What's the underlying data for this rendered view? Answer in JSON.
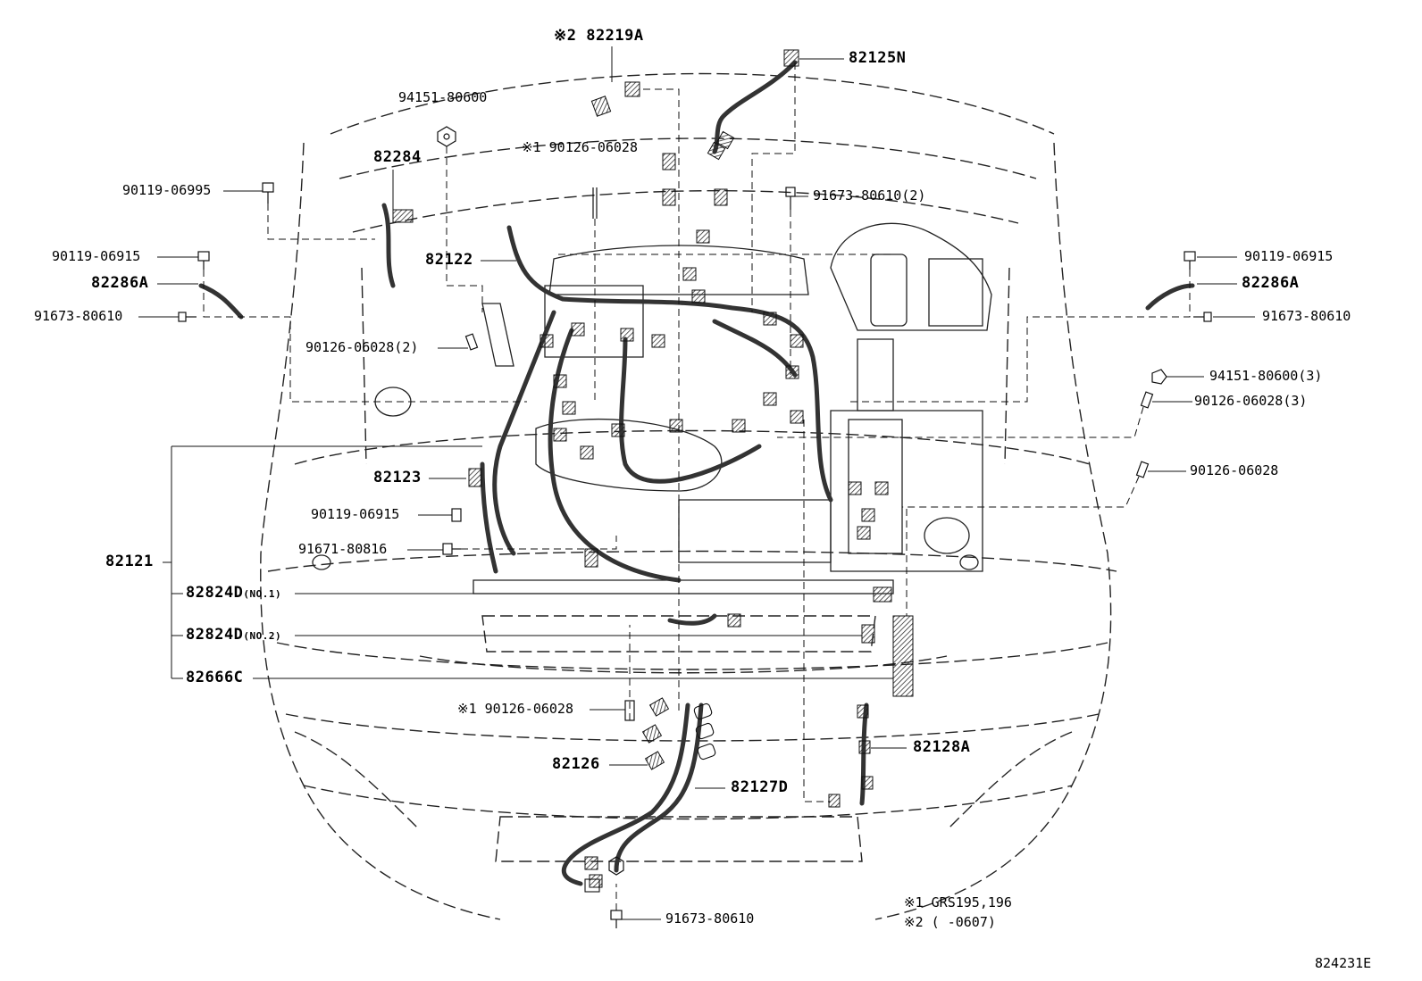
{
  "labels": {
    "p82219A": "※2 82219A",
    "p82125N": "82125N",
    "p94151a": "94151-80600",
    "p90126a": "※1 90126-06028",
    "p82284": "82284",
    "p90119_06995": "90119-06995",
    "p91673_2": "91673-80610(2)",
    "p90119_l": "90119-06915",
    "p82286A_l": "82286A",
    "p91673_l": "91673-80610",
    "p82122": "82122",
    "p90126_2": "90126-06028(2)",
    "p90119_r": "90119-06915",
    "p82286A_r": "82286A",
    "p91673_r": "91673-80610",
    "p94151_3": "94151-80600(3)",
    "p90126_3": "90126-06028(3)",
    "p90126_r": "90126-06028",
    "p82123": "82123",
    "p90119_m": "90119-06915",
    "p91671": "91671-80816",
    "p82121": "82121",
    "p82824D_1": "82824D",
    "p82824D_1_sub": "(NO.1)",
    "p82824D_2": "82824D",
    "p82824D_2_sub": "(NO.2)",
    "p82666C": "82666C",
    "p90126_b": "※1 90126-06028",
    "p82126": "82126",
    "p82128A": "82128A",
    "p82127D": "82127D",
    "p91673_b": "91673-80610"
  },
  "notes": {
    "n1": "※1  GRS195,196",
    "n2": "※2  (    -0607)"
  },
  "ref_code": "824231E"
}
